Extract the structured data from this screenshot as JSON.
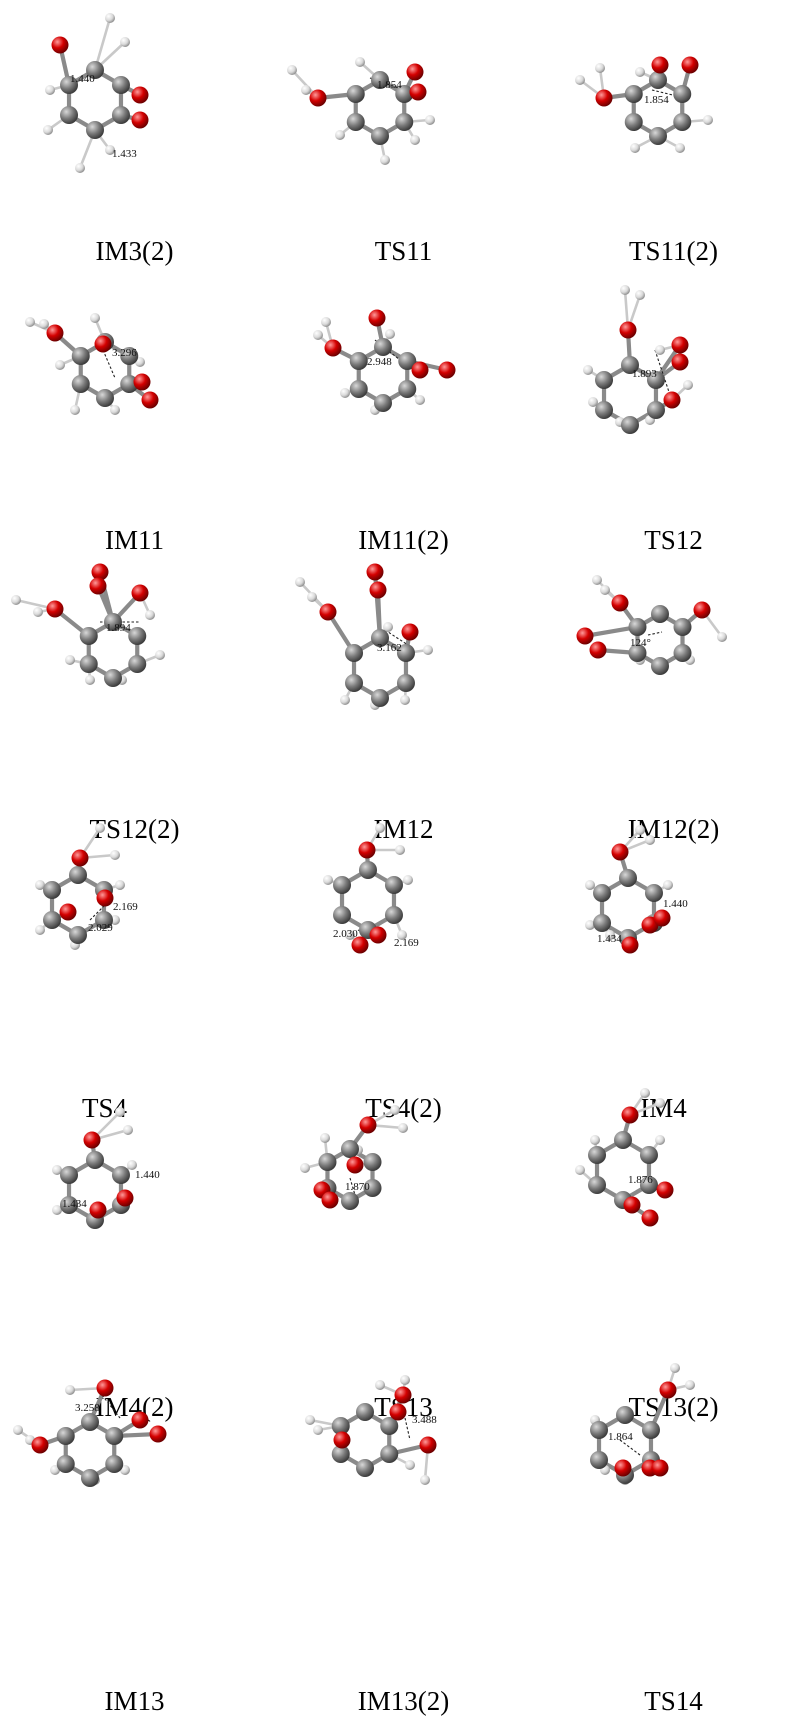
{
  "figure": {
    "molecules": [
      {
        "label": "IM3(2)",
        "distances": [
          "1.440",
          "1.433"
        ]
      },
      {
        "label": "TS11",
        "distances": [
          "1.854"
        ]
      },
      {
        "label": "TS11(2)",
        "distances": [
          "1.854"
        ]
      },
      {
        "label": "IM11",
        "distances": [
          "3.296"
        ]
      },
      {
        "label": "IM11(2)",
        "distances": [
          "2.948"
        ]
      },
      {
        "label": "TS12",
        "distances": [
          "1.893"
        ]
      },
      {
        "label": "TS12(2)",
        "distances": [
          "1.894"
        ]
      },
      {
        "label": "IM12",
        "distances": [
          "3.162"
        ]
      },
      {
        "label": "IM12(2)",
        "distances": [
          "124°"
        ]
      },
      {
        "label": "TS4",
        "distances": [
          "2.169",
          "2.029"
        ]
      },
      {
        "label": "TS4(2)",
        "distances": [
          "2.030",
          "2.169"
        ]
      },
      {
        "label": "IM4",
        "distances": [
          "1.440",
          "1.434"
        ]
      },
      {
        "label": "IM4(2)",
        "distances": [
          "1.440",
          "1.434"
        ]
      },
      {
        "label": "TS13",
        "distances": [
          "1.870"
        ]
      },
      {
        "label": "TS13(2)",
        "distances": [
          "1.876"
        ]
      },
      {
        "label": "IM13",
        "distances": [
          "3.258"
        ]
      },
      {
        "label": "IM13(2)",
        "distances": [
          "3.488"
        ]
      },
      {
        "label": "TS14",
        "distances": [
          "1.864"
        ]
      }
    ]
  },
  "colors": {
    "carbon": "#7a7a7a",
    "oxygen": "#d40000",
    "hydrogen": "#d9d9d9",
    "bond": "#8a8a8a"
  }
}
